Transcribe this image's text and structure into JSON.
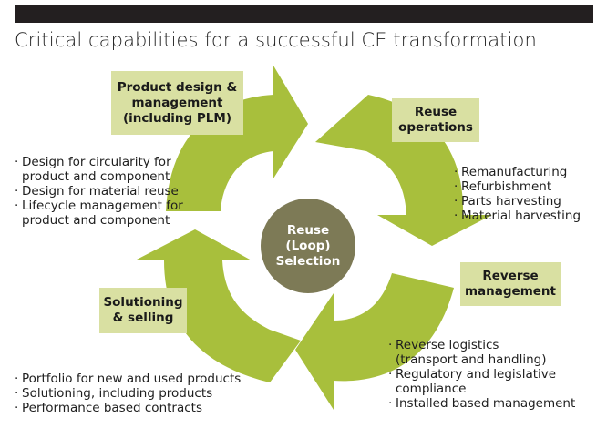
{
  "title": "Critical capabilities for a successful CE transformation",
  "colors": {
    "arrow": "#a8bf3c",
    "box": "#d9e0a2",
    "center": "#7d7a56",
    "bar": "#231f20"
  },
  "center": {
    "line1": "Reuse",
    "line2": "(Loop)",
    "line3": "Selection"
  },
  "stages": {
    "product_design": {
      "line1": "Product design &",
      "line2": "management",
      "line3": "(including PLM)",
      "bullets": [
        {
          "l1": "Design for circularity for",
          "l2": "product and component"
        },
        {
          "l1": "Design for material reuse",
          "l2": ""
        },
        {
          "l1": "Lifecycle management for",
          "l2": "product and component"
        }
      ]
    },
    "reuse_operations": {
      "line1": "Reuse",
      "line2": "operations",
      "bullets": [
        {
          "l1": "Remanufacturing",
          "l2": ""
        },
        {
          "l1": "Refurbishment",
          "l2": ""
        },
        {
          "l1": "Parts harvesting",
          "l2": ""
        },
        {
          "l1": "Material harvesting",
          "l2": ""
        }
      ]
    },
    "reverse_management": {
      "line1": "Reverse",
      "line2": "management",
      "bullets": [
        {
          "l1": "Reverse logistics",
          "l2": "(transport and handling)"
        },
        {
          "l1": "Regulatory and legislative",
          "l2": "compliance"
        },
        {
          "l1": "Installed based management",
          "l2": ""
        }
      ]
    },
    "solutioning": {
      "line1": "Solutioning",
      "line2": "& selling",
      "bullets": [
        {
          "l1": "Portfolio for new and used products",
          "l2": ""
        },
        {
          "l1": "Solutioning, including products",
          "l2": ""
        },
        {
          "l1": "Performance based contracts",
          "l2": ""
        }
      ]
    }
  }
}
